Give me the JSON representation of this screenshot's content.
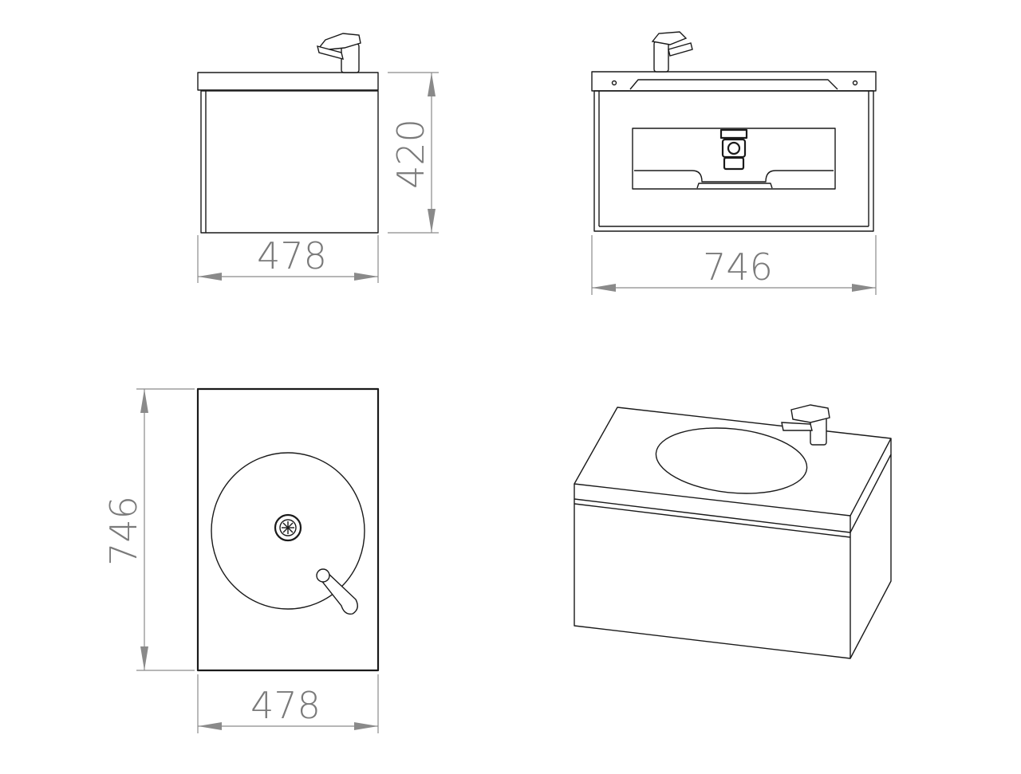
{
  "views": {
    "side": {
      "width_label": "478",
      "height_label": "420"
    },
    "front": {
      "width_label": "746"
    },
    "top": {
      "width_label": "478",
      "depth_label": "746"
    },
    "isometric": {}
  },
  "colors": {
    "outline": "#1a1a1a",
    "dimension": "#8a8a8a",
    "background": "#ffffff"
  }
}
